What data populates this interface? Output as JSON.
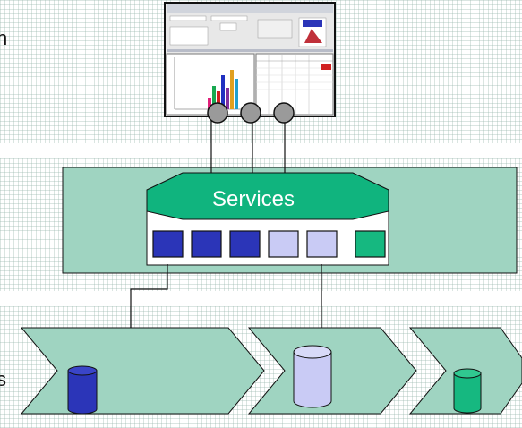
{
  "layers": {
    "top_label": "n",
    "bottom_label": "s"
  },
  "services": {
    "label": "Services",
    "modules": [
      {
        "color": "#2b35b8"
      },
      {
        "color": "#2b35b8"
      },
      {
        "color": "#2b35b8"
      },
      {
        "color": "#c9cbf5"
      },
      {
        "color": "#c9cbf5"
      },
      {
        "color": "#16b880"
      }
    ]
  },
  "colors": {
    "layer_fill": "#9fd4c1",
    "services_fill": "#10b47e",
    "connector_fill": "#9a9a9a"
  },
  "databases": [
    {
      "color": "#2b35b8"
    },
    {
      "color": "#c9cbf5"
    },
    {
      "color": "#16b880"
    }
  ]
}
